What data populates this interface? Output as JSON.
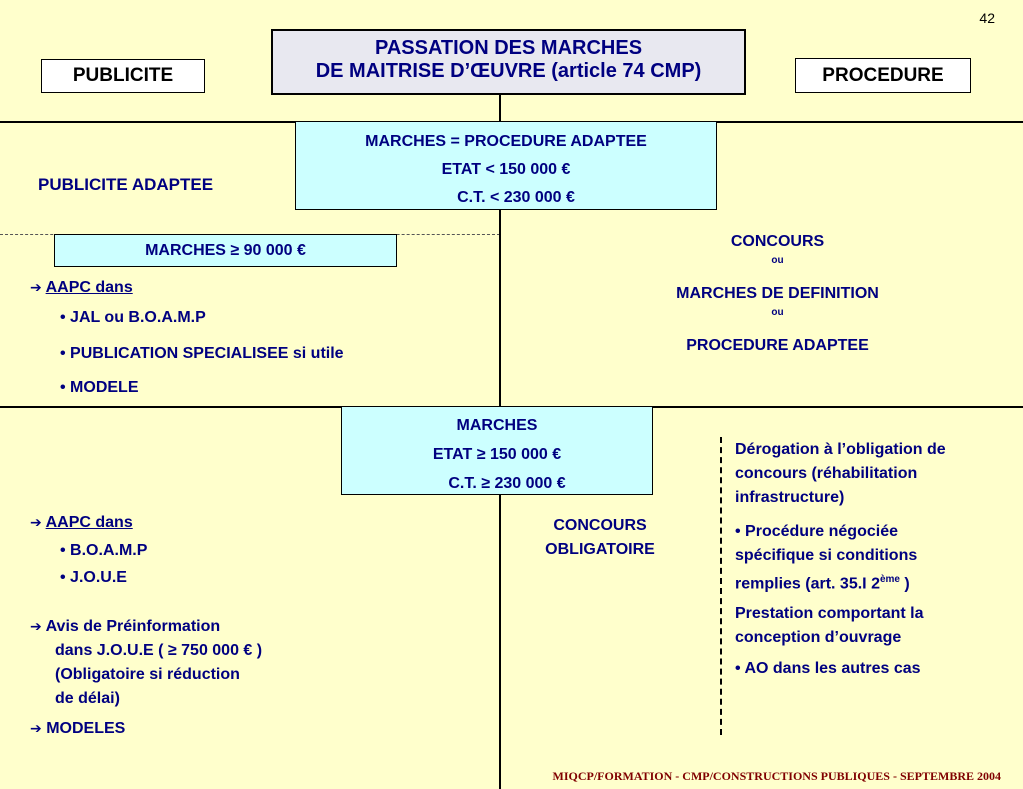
{
  "slide_number": "42",
  "title": {
    "line1": "PASSATION DES MARCHES",
    "line2": "DE MAITRISE D’ŒUVRE (article 74 CMP)"
  },
  "headers": {
    "left": "PUBLICITE",
    "right": "PROCEDURE"
  },
  "section1": {
    "box_line1": "MARCHES = PROCEDURE  ADAPTEE",
    "box_line2": "ETAT < 150 000 €",
    "box_line3": "C.T. < 230 000 €",
    "left_label": "PUBLICITE ADAPTEE"
  },
  "section2": {
    "box": "MARCHES ≥ 90 000 €",
    "aapc": "AAPC dans",
    "bullets": [
      "• JAL ou B.O.A.M.P",
      "• PUBLICATION SPECIALISEE si utile",
      "• MODELE"
    ],
    "right_lines": [
      "CONCOURS",
      "ou",
      "MARCHES DE DEFINITION",
      "ou",
      "PROCEDURE ADAPTEE"
    ]
  },
  "section3": {
    "box_line1": "MARCHES",
    "box_line2": "ETAT ≥ 150 000 €",
    "box_line3": "C.T. ≥ 230 000 €",
    "aapc": "AAPC dans",
    "bullets": [
      "• B.O.A.M.P",
      "• J.O.U.E"
    ],
    "avis_line1": "Avis de Préinformation",
    "avis_line2": "dans  J.O.U.E ( ≥ 750 000 € )",
    "avis_line3": "(Obligatoire si réduction",
    "avis_line4": "de délai)",
    "modeles": "MODELES",
    "concours_line1": "CONCOURS",
    "concours_line2": "OBLIGATOIRE",
    "derog_line1": "Dérogation à l’obligation de",
    "derog_line2": "concours (réhabilitation",
    "derog_line3": "infrastructure)",
    "proc_line1": "• Procédure négociée",
    "proc_line2": "spécifique si conditions",
    "proc_line3a": "remplies (art. 35.I 2",
    "proc_line3sup": "ème",
    "proc_line3b": " )",
    "prest_line1": "Prestation comportant la",
    "prest_line2": "conception d’ouvrage",
    "ao": "• AO dans les autres cas"
  },
  "footer": "MIQCP/FORMATION - CMP/CONSTRUCTIONS PUBLIQUES - SEPTEMBRE 2004",
  "colors": {
    "background": "#ffffcc",
    "title_box": "#e8e8f0",
    "cyan_box": "#ccffff",
    "navy_text": "#000080",
    "footer_text": "#800000"
  },
  "icons": {
    "arrow": "right-arrow-icon"
  }
}
